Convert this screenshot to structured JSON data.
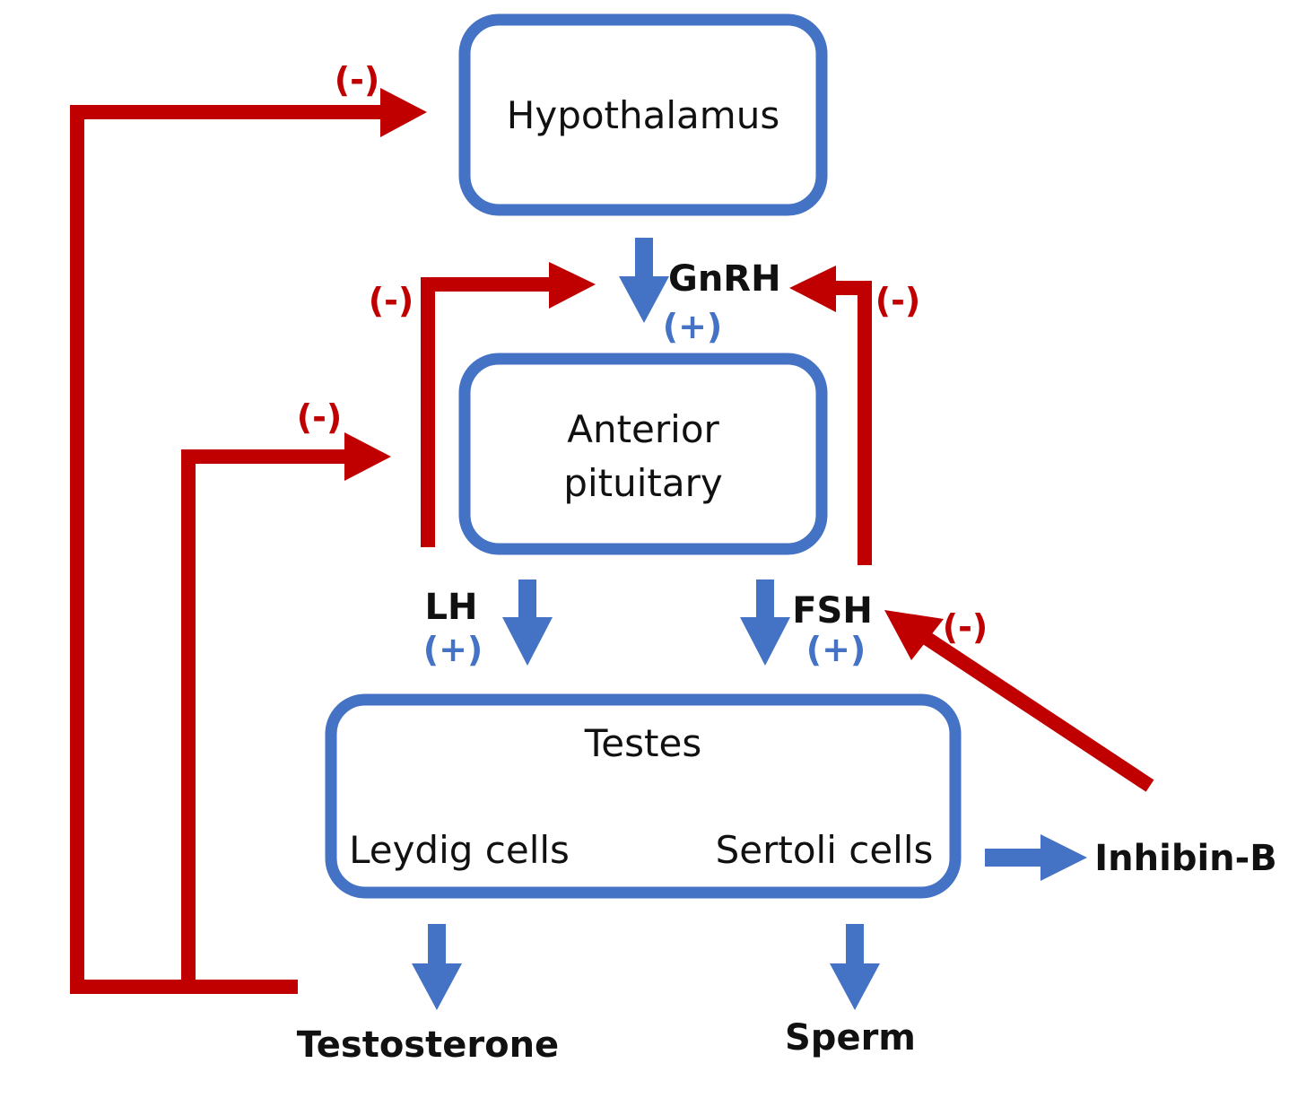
{
  "colors": {
    "stimulatory": "#4472C4",
    "inhibitory": "#C00000",
    "text": "#111111"
  },
  "boxes": {
    "hypothalamus": "Hypothalamus",
    "anterior_pituitary_line1": "Anterior",
    "anterior_pituitary_line2": "pituitary",
    "testes": "Testes",
    "leydig": "Leydig cells",
    "sertoli": "Sertoli cells"
  },
  "hormones": {
    "gnrh": "GnRH",
    "lh": "LH",
    "fsh": "FSH",
    "inhibin_b": "Inhibin-B",
    "testosterone": "Testosterone",
    "sperm": "Sperm"
  },
  "signs": {
    "positive": "(+)",
    "negative": "(-)"
  }
}
